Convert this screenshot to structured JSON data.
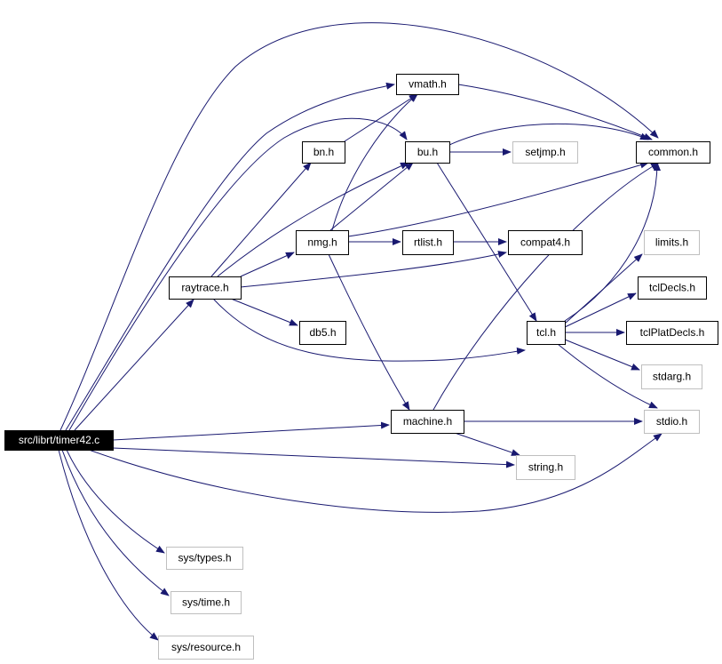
{
  "colors": {
    "edge": "#191970",
    "border_solid": "#000000",
    "border_external": "#bfbfbf",
    "root_fill": "#000000",
    "root_text": "#ffffff",
    "node_fill": "#ffffff",
    "node_text": "#000000"
  },
  "graph": {
    "root": "timer42",
    "nodes": [
      {
        "id": "timer42",
        "label": "src/librt/timer42.c",
        "style": "root"
      },
      {
        "id": "vmath",
        "label": "vmath.h",
        "style": "solid"
      },
      {
        "id": "bn",
        "label": "bn.h",
        "style": "solid"
      },
      {
        "id": "bu",
        "label": "bu.h",
        "style": "solid"
      },
      {
        "id": "setjmp",
        "label": "setjmp.h",
        "style": "external"
      },
      {
        "id": "common",
        "label": "common.h",
        "style": "solid"
      },
      {
        "id": "nmg",
        "label": "nmg.h",
        "style": "solid"
      },
      {
        "id": "rtlist",
        "label": "rtlist.h",
        "style": "solid"
      },
      {
        "id": "compat4",
        "label": "compat4.h",
        "style": "solid"
      },
      {
        "id": "limits",
        "label": "limits.h",
        "style": "external"
      },
      {
        "id": "raytrace",
        "label": "raytrace.h",
        "style": "solid"
      },
      {
        "id": "tclDecls",
        "label": "tclDecls.h",
        "style": "solid"
      },
      {
        "id": "db5",
        "label": "db5.h",
        "style": "solid"
      },
      {
        "id": "tcl",
        "label": "tcl.h",
        "style": "solid"
      },
      {
        "id": "tclPlatDecls",
        "label": "tclPlatDecls.h",
        "style": "solid"
      },
      {
        "id": "stdarg",
        "label": "stdarg.h",
        "style": "external"
      },
      {
        "id": "machine",
        "label": "machine.h",
        "style": "solid"
      },
      {
        "id": "stdio",
        "label": "stdio.h",
        "style": "external"
      },
      {
        "id": "string",
        "label": "string.h",
        "style": "external"
      },
      {
        "id": "systypes",
        "label": "sys/types.h",
        "style": "external"
      },
      {
        "id": "systime",
        "label": "sys/time.h",
        "style": "external"
      },
      {
        "id": "sysresource",
        "label": "sys/resource.h",
        "style": "external"
      }
    ],
    "edges": [
      {
        "from": "timer42",
        "to": "common"
      },
      {
        "from": "timer42",
        "to": "vmath"
      },
      {
        "from": "timer42",
        "to": "bu"
      },
      {
        "from": "timer42",
        "to": "raytrace"
      },
      {
        "from": "timer42",
        "to": "machine"
      },
      {
        "from": "timer42",
        "to": "string"
      },
      {
        "from": "timer42",
        "to": "stdio"
      },
      {
        "from": "timer42",
        "to": "systypes"
      },
      {
        "from": "timer42",
        "to": "systime"
      },
      {
        "from": "timer42",
        "to": "sysresource"
      },
      {
        "from": "vmath",
        "to": "common"
      },
      {
        "from": "bn",
        "to": "vmath"
      },
      {
        "from": "bu",
        "to": "common"
      },
      {
        "from": "bu",
        "to": "setjmp"
      },
      {
        "from": "bu",
        "to": "tcl"
      },
      {
        "from": "nmg",
        "to": "vmath"
      },
      {
        "from": "nmg",
        "to": "bu"
      },
      {
        "from": "nmg",
        "to": "common"
      },
      {
        "from": "nmg",
        "to": "rtlist"
      },
      {
        "from": "nmg",
        "to": "machine"
      },
      {
        "from": "rtlist",
        "to": "compat4"
      },
      {
        "from": "raytrace",
        "to": "bn"
      },
      {
        "from": "raytrace",
        "to": "bu"
      },
      {
        "from": "raytrace",
        "to": "nmg"
      },
      {
        "from": "raytrace",
        "to": "compat4"
      },
      {
        "from": "raytrace",
        "to": "db5"
      },
      {
        "from": "raytrace",
        "to": "tcl"
      },
      {
        "from": "tcl",
        "to": "common"
      },
      {
        "from": "tcl",
        "to": "limits"
      },
      {
        "from": "tcl",
        "to": "tclDecls"
      },
      {
        "from": "tcl",
        "to": "tclPlatDecls"
      },
      {
        "from": "tcl",
        "to": "stdarg"
      },
      {
        "from": "tcl",
        "to": "stdio"
      },
      {
        "from": "machine",
        "to": "common"
      },
      {
        "from": "machine",
        "to": "stdio"
      },
      {
        "from": "machine",
        "to": "string"
      }
    ]
  }
}
